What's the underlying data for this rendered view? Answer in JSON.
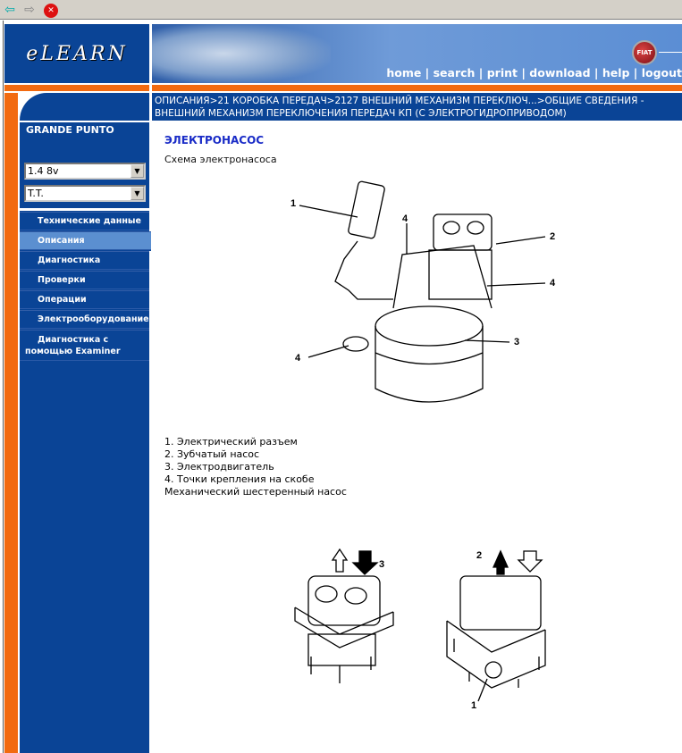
{
  "browser": {
    "back_icon": "arrow-left",
    "forward_icon": "arrow-right",
    "stop_icon": "close-circle"
  },
  "header": {
    "logo": "eLEARN",
    "brand": "FIAT",
    "nav": [
      "home",
      "search",
      "print",
      "download",
      "help",
      "logout"
    ]
  },
  "breadcrumb": "ОПИСАНИЯ>21 КОРОБКА ПЕРЕДАЧ>2127 ВНЕШНИЙ МЕХАНИЗМ ПЕРЕКЛЮЧ...>ОБЩИЕ СВЕДЕНИЯ - ВНЕШНИЙ МЕХАНИЗМ ПЕРЕКЛЮЧЕНИЯ ПЕРЕДАЧ КП (С ЭЛЕКТРОГИДРОПРИВОДОМ)",
  "sidebar": {
    "model": "GRANDE PUNTO",
    "engine": "1.4 8v",
    "type": "T.T.",
    "items": [
      "Технические данные",
      "Описания",
      "Диагностика",
      "Проверки",
      "Операции",
      "Электрооборудование",
      "Диагностика с помощью Examiner"
    ],
    "active": 1
  },
  "content": {
    "title": "ЭЛЕКТРОНАСОС",
    "subtitle": "Схема электронасоса",
    "legend": [
      "1. Электрический разъем",
      "2. Зубчатый насос",
      "3. Электродвигатель",
      "4. Точки крепления на скобе"
    ],
    "subtitle2": "Механический шестеренный насос",
    "fig1_labels": [
      "1",
      "2",
      "3",
      "4",
      "4",
      "4"
    ],
    "fig2_labels": [
      "3",
      "2",
      "1"
    ]
  }
}
